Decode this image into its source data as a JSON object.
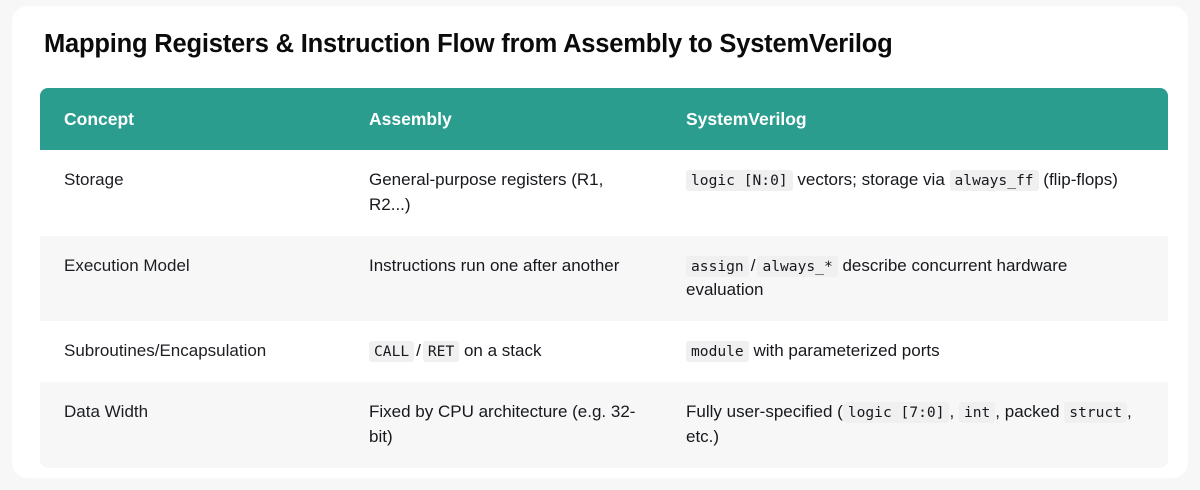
{
  "page": {
    "title": "Mapping Registers & Instruction Flow from Assembly to SystemVerilog",
    "background_color": "#f7f7f7",
    "card_color": "#ffffff"
  },
  "table": {
    "accent_color": "#2a9d8f",
    "stripe_color": "#f7f7f8",
    "code_background": "#f0f0f0",
    "headers": [
      {
        "label": "Concept"
      },
      {
        "label": "Assembly"
      },
      {
        "label": "SystemVerilog"
      }
    ],
    "rows": [
      {
        "striped": false,
        "concept": "Storage",
        "assembly": {
          "parts": [
            {
              "type": "text",
              "text": "General-purpose registers (R1, R2...)"
            }
          ]
        },
        "systemverilog": {
          "parts": [
            {
              "type": "code",
              "text": "logic [N:0]"
            },
            {
              "type": "text",
              "text": " vectors; storage via "
            },
            {
              "type": "code",
              "text": "always_ff"
            },
            {
              "type": "text",
              "text": " (flip-flops)"
            }
          ]
        }
      },
      {
        "striped": true,
        "concept": "Execution Model",
        "assembly": {
          "parts": [
            {
              "type": "text",
              "text": "Instructions run one after another"
            }
          ]
        },
        "systemverilog": {
          "parts": [
            {
              "type": "code",
              "text": "assign"
            },
            {
              "type": "sep",
              "text": "/"
            },
            {
              "type": "code",
              "text": "always_*"
            },
            {
              "type": "text",
              "text": " describe concurrent hardware evaluation"
            }
          ]
        }
      },
      {
        "striped": false,
        "concept": "Subroutines/Encapsulation",
        "assembly": {
          "parts": [
            {
              "type": "code",
              "text": "CALL"
            },
            {
              "type": "sep",
              "text": "/"
            },
            {
              "type": "code",
              "text": "RET"
            },
            {
              "type": "text",
              "text": " on a stack"
            }
          ]
        },
        "systemverilog": {
          "parts": [
            {
              "type": "code",
              "text": "module"
            },
            {
              "type": "text",
              "text": " with parameterized ports"
            }
          ]
        }
      },
      {
        "striped": true,
        "last": true,
        "concept": "Data Width",
        "assembly": {
          "parts": [
            {
              "type": "text",
              "text": "Fixed by CPU architecture (e.g. 32-bit)"
            }
          ]
        },
        "systemverilog": {
          "parts": [
            {
              "type": "text",
              "text": "Fully user-specified ("
            },
            {
              "type": "code",
              "text": "logic [7:0]"
            },
            {
              "type": "text",
              "text": ", "
            },
            {
              "type": "code",
              "text": "int"
            },
            {
              "type": "text",
              "text": ", packed "
            },
            {
              "type": "code",
              "text": "struct"
            },
            {
              "type": "text",
              "text": ", etc.)"
            }
          ]
        }
      }
    ]
  }
}
